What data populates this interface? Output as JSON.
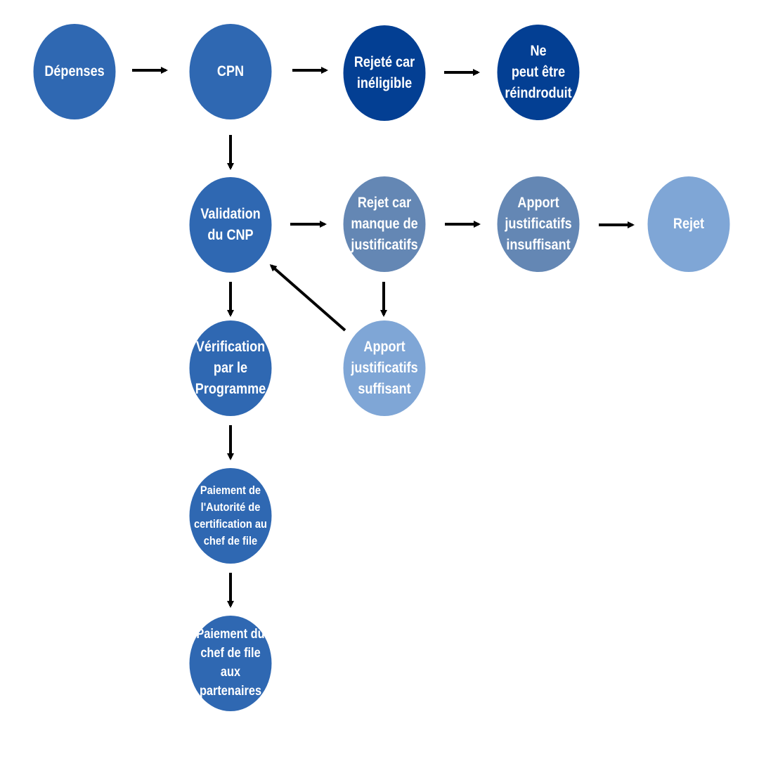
{
  "colors": {
    "medium_blue": "#2f68b2",
    "dark_blue": "#033f93",
    "slate_blue": "#6487b4",
    "light_blue": "#7fa6d6",
    "arrow": "#000000"
  },
  "nodes": {
    "depenses": "Dépenses",
    "cpn": "CPN",
    "rejete_ineligible": "Rejeté car\ninéligible",
    "ne_peut_etre": "Ne\npeut être\nréindroduit",
    "validation_cnp": "Validation\ndu CNP",
    "rejet_manque": "Rejet car\nmanque de\njustificatifs",
    "apport_insuffisant": "Apport\njustificatifs\ninsuffisant",
    "rejet": "Rejet",
    "verification": "Vérification\npar le\nProgramme",
    "apport_suffisant": "Apport\njustificatifs\nsuffisant",
    "paiement_autorite": "Paiement de\nl'Autorité de\ncertification au\nchef de file",
    "paiement_chef": "Paiement du\nchef de file aux\npartenaires"
  }
}
